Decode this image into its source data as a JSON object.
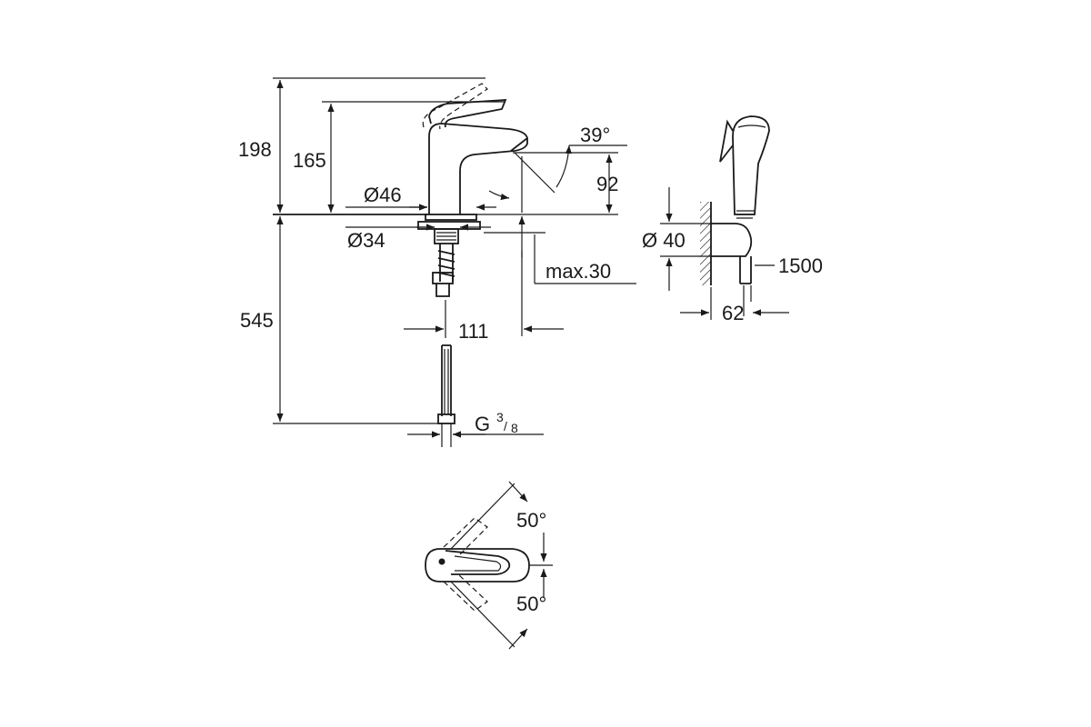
{
  "dimensions": {
    "total_height": "198",
    "handle_height": "165",
    "spout_angle": "39°",
    "spout_height": "92",
    "base_diameter": "Ø46",
    "hole_diameter": "Ø34",
    "deck_thickness": "max.30",
    "projection": "111",
    "hose_length": "545",
    "connection_g": "G",
    "connection_num": "3",
    "connection_den": "8",
    "holder_diameter": "Ø 40",
    "shower_hose": "1500",
    "holder_depth": "62",
    "rotation_left": "50°",
    "rotation_right": "50°"
  }
}
